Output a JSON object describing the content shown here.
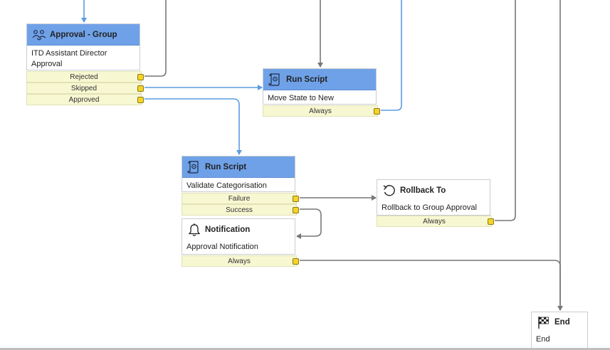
{
  "nodes": {
    "approval_group": {
      "title": "Approval - Group",
      "description": "ITD Assistant Director Approval",
      "ports": [
        "Rejected",
        "Skipped",
        "Approved"
      ]
    },
    "run_script_move": {
      "title": "Run Script",
      "description": "Move State to New",
      "ports": [
        "Always"
      ]
    },
    "run_script_validate": {
      "title": "Run Script",
      "description": "Validate Categorisation",
      "ports": [
        "Failure",
        "Success"
      ]
    },
    "rollback": {
      "title": "Rollback To",
      "description": "Rollback to Group Approval",
      "ports": [
        "Always"
      ]
    },
    "notification": {
      "title": "Notification",
      "description": "Approval Notification",
      "ports": [
        "Always"
      ]
    },
    "end": {
      "title": "End",
      "description": "End"
    }
  },
  "colors": {
    "header_blue": "#6fa1e8",
    "connector_blue": "#5b9be0",
    "connector_grey": "#777777",
    "port_bg": "#f7f7d2",
    "knob": "#f6d32a"
  }
}
